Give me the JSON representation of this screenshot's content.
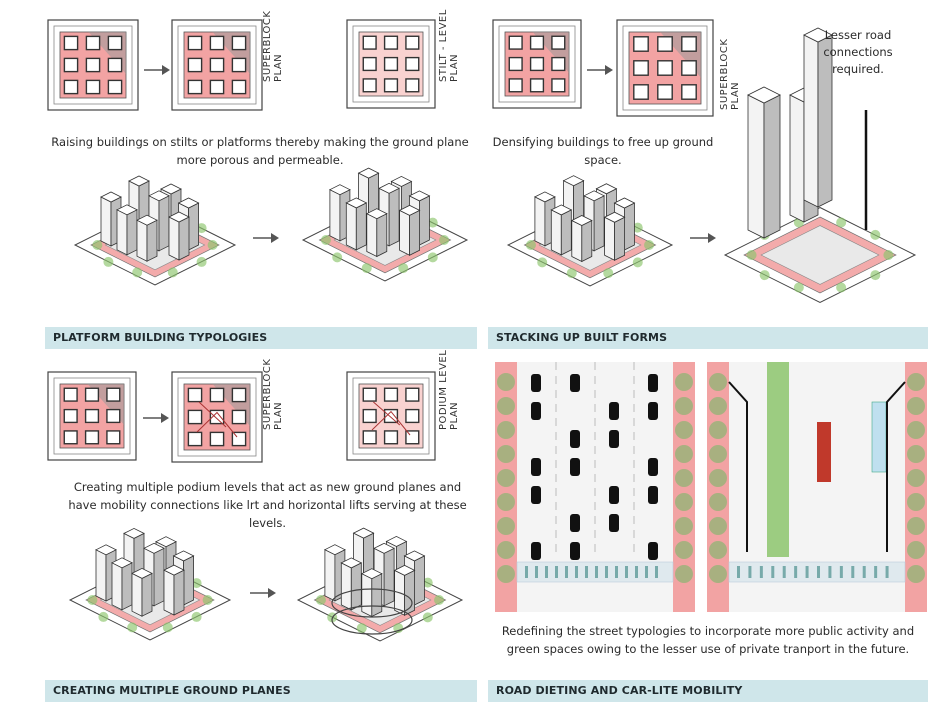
{
  "sections": {
    "platform": {
      "label": "PLATFORM BUILDING TYPOLOGIES",
      "caption": "Raising buildings on stilts or platforms thereby making the ground plane more porous and permeable.",
      "plan_label_1": "SUPERBLOCK\nPLAN",
      "plan_label_2": "STILT - LEVEL\nPLAN"
    },
    "stacking": {
      "label": "STACKING UP BUILT FORMS",
      "caption": "Densifying buildings to free up ground space.",
      "plan_label": "SUPERBLOCK\nPLAN",
      "note": "Lesser road connections required."
    },
    "multiple": {
      "label": "CREATING MULTIPLE GROUND PLANES",
      "caption": "Creating multiple podium levels that act as new ground planes and have mobility connections like lrt and horizontal lifts serving at these levels.",
      "plan_label_1": "SUPERBLOCK\nPLAN",
      "plan_label_2": "PODIUM LEVEL\nPLAN"
    },
    "road": {
      "label": "ROAD DIETING AND CAR-LITE MOBILITY",
      "caption": "Redefining the street typologies to incorporate more public activity and green spaces owing to the lesser use of private tranport in the future."
    }
  },
  "colors": {
    "pink": "#f2a3a3",
    "pink_light": "#f9d2d0",
    "green": "#8cc46c",
    "band": "#cfe6ea",
    "building": "#f3f3f3",
    "shade": "#bdbdbd"
  }
}
